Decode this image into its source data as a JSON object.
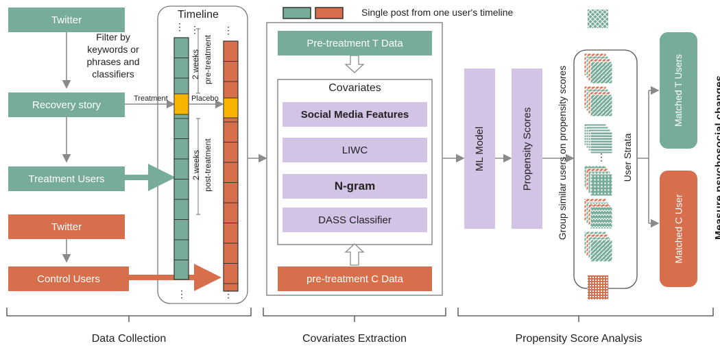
{
  "legend": {
    "label": "Single post from one user's timeline"
  },
  "data_collection": {
    "twitter_top": "Twitter",
    "filter_text": [
      "Filter by",
      "keywords or",
      "phrases and",
      "classifiers"
    ],
    "recovery_story": "Recovery story",
    "treatment_users": "Treatment Users",
    "twitter_bottom": "Twitter",
    "control_users": "Control Users",
    "timeline_title": "Timeline",
    "treatment_label": "Treatment",
    "placebo_label": "Placebo",
    "two_weeks_pre": "2 weeks",
    "pre_treatment": "pre-treatment",
    "two_weeks_post": "2 weeks",
    "post_treatment": "post-treatment",
    "ellipsis": "⋮"
  },
  "covariates": {
    "pre_t_data": "Pre-treatment  T Data",
    "title": "Covariates",
    "features": [
      "Social Media Features",
      "LIWC",
      "N-gram",
      "DASS Classifier"
    ],
    "pre_c_data": "pre-treatment C Data"
  },
  "propensity": {
    "ml_model": "ML Model",
    "propensity_scores": "Propensity Scores",
    "group_text": "Group  similar users on propensity scores",
    "user_strata": "User Strata",
    "matched_t": "Matched T Users",
    "matched_c": "Matched C User",
    "measure": "Measure psychosocial changes"
  },
  "sections": [
    "Data Collection",
    "Covariates Extraction",
    "Propensity Score Analysis"
  ],
  "colors": {
    "green": "#77ad98",
    "orange": "#d86f4c",
    "purple": "#d3c3e4",
    "yellow": "#f7b500"
  }
}
